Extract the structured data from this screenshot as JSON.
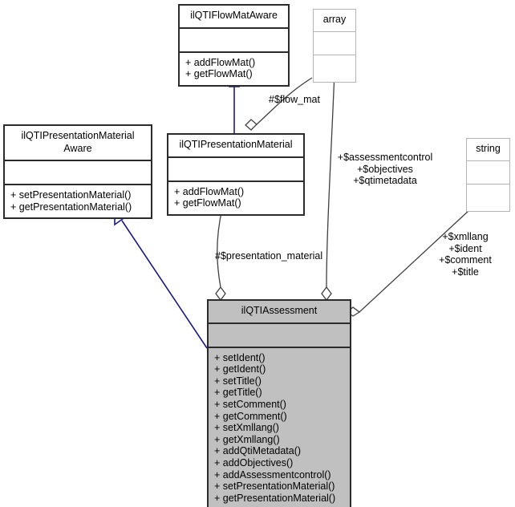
{
  "diagram": {
    "kind": "uml-class-diagram",
    "title": "ilQTIAssessment class collaboration diagram",
    "colors": {
      "background": "#ffffff",
      "box_fill": "#ffffff",
      "highlight_fill": "#c0c0c0",
      "border_strong": "#2b2b2b",
      "border_weak": "#b4b4b4",
      "inheritance_edge": "#1a1a8c",
      "association_edge": "#404040",
      "text": "#000000"
    }
  },
  "classes": {
    "flow_mat_aware": {
      "name": "ilQTIFlowMatAware",
      "attributes": [],
      "operations": [
        "+ addFlowMat()",
        "+ getFlowMat()"
      ]
    },
    "array_type": {
      "name": "array",
      "attributes": [],
      "operations": []
    },
    "string_type": {
      "name": "string",
      "attributes": [],
      "operations": []
    },
    "presentation_material_aware": {
      "name": "ilQTIPresentationMaterial\nAware",
      "attributes": [],
      "operations": [
        "+ setPresentationMaterial()",
        "+ getPresentationMaterial()"
      ]
    },
    "presentation_material": {
      "name": "ilQTIPresentationMaterial",
      "attributes": [],
      "operations": [
        "+ addFlowMat()",
        "+ getFlowMat()"
      ]
    },
    "assessment": {
      "name": "ilQTIAssessment",
      "attributes": [],
      "operations": [
        "+ setIdent()",
        "+ getIdent()",
        "+ setTitle()",
        "+ getTitle()",
        "+ setComment()",
        "+ getComment()",
        "+ setXmllang()",
        "+ getXmllang()",
        "+ addQtiMetadata()",
        "+ addObjectives()",
        "+ addAssessmentcontrol()",
        "+ setPresentationMaterial()",
        "+ getPresentationMaterial()"
      ]
    }
  },
  "edges": {
    "flow_mat": {
      "label": "#$flow_mat",
      "from": "array",
      "to": "ilQTIPresentationMaterial",
      "type": "aggregation"
    },
    "assessment_array_members": {
      "label": "+$assessmentcontrol\n+$objectives\n+$qtimetadata",
      "from": "array",
      "to": "ilQTIAssessment",
      "type": "aggregation"
    },
    "presentation_material": {
      "label": "#$presentation_material",
      "from": "ilQTIPresentationMaterial",
      "to": "ilQTIAssessment",
      "type": "aggregation"
    },
    "string_members": {
      "label": "+$xmllang\n+$ident\n+$comment\n+$title",
      "from": "string",
      "to": "ilQTIAssessment",
      "type": "aggregation"
    },
    "inherit_flowmat": {
      "label": "",
      "from": "ilQTIPresentationMaterial",
      "to": "ilQTIFlowMatAware",
      "type": "generalization"
    },
    "inherit_presmat_aware": {
      "label": "",
      "from": "ilQTIAssessment",
      "to": "ilQTIPresentationMaterialAware",
      "type": "generalization"
    }
  }
}
